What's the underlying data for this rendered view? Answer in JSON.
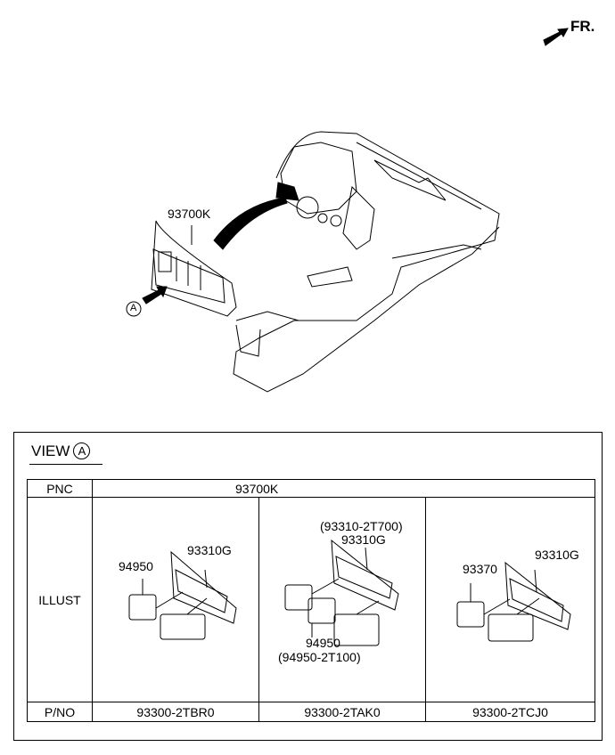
{
  "direction": {
    "label": "FR."
  },
  "overview": {
    "assembly_label": "93700K",
    "view_marker": "A"
  },
  "view": {
    "title": "VIEW",
    "marker": "A"
  },
  "table": {
    "row_headers": {
      "pnc": "PNC",
      "illust": "ILLUST",
      "pno": "P/NO"
    },
    "pnc_value": "93700K",
    "columns": [
      {
        "labels": [
          "94950",
          "93310G"
        ],
        "pno": "93300-2TBR0"
      },
      {
        "labels": [
          "(93310-2T700)",
          "93310G",
          "94950",
          "(94950-2T100)"
        ],
        "pno": "93300-2TAK0"
      },
      {
        "labels": [
          "93370",
          "93310G"
        ],
        "pno": "93300-2TCJ0"
      }
    ]
  }
}
